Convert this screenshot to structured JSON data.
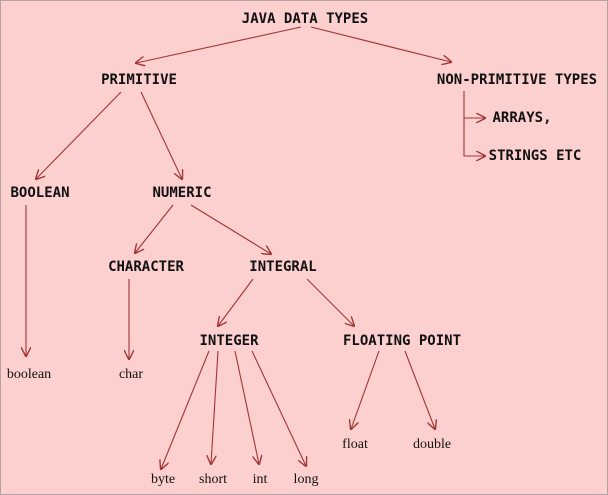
{
  "nodes": {
    "root": "JAVA DATA TYPES",
    "primitive": "PRIMITIVE",
    "non_primitive": "NON-PRIMITIVE TYPES",
    "arrays": "ARRAYS,",
    "strings": "STRINGS ETC",
    "boolean_cat": "BOOLEAN",
    "numeric": "NUMERIC",
    "character": "CHARACTER",
    "integral": "INTEGRAL",
    "integer": "INTEGER",
    "floating_point": "FLOATING POINT",
    "boolean": "boolean",
    "char": "char",
    "float": "float",
    "double": "double",
    "byte": "byte",
    "short": "short",
    "int": "int",
    "long": "long"
  },
  "colors": {
    "background": "#fdd0d0",
    "arrow": "#a03434",
    "text": "#111111"
  }
}
